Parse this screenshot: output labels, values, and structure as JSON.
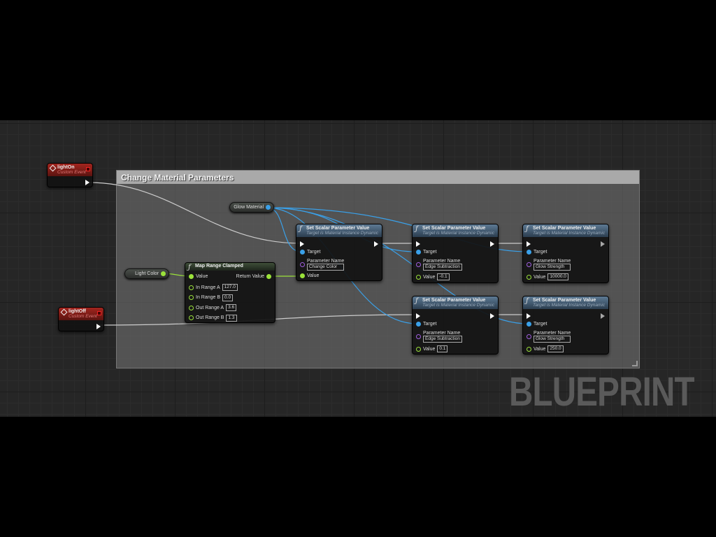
{
  "comment": {
    "title": "Change Material Parameters"
  },
  "watermark": "BLUEPRINT",
  "variables": {
    "glow_material": "Glow Material",
    "light_color": "Light Color"
  },
  "events": [
    {
      "id": "lightOn",
      "title": "lightOn",
      "subtitle": "Custom Event"
    },
    {
      "id": "lightOff",
      "title": "lightOff",
      "subtitle": "Custom Event"
    }
  ],
  "map_range": {
    "title": "Map Range Clamped",
    "value": "Value",
    "return_value": "Return Value",
    "inputs": [
      {
        "label": "In Range A",
        "value": "127.0"
      },
      {
        "label": "In Range B",
        "value": "0.0"
      },
      {
        "label": "Out Range A",
        "value": "3.6"
      },
      {
        "label": "Out Range B",
        "value": "1.3"
      }
    ]
  },
  "set_scalar_nodes": [
    {
      "title": "Set Scalar Parameter Value",
      "subtitle": "Target is Material Instance Dynamic",
      "target": "Target",
      "param_label": "Parameter Name",
      "param": "Change Color",
      "value_label": "Value",
      "value": ""
    },
    {
      "title": "Set Scalar Parameter Value",
      "subtitle": "Target is Material Instance Dynamic",
      "target": "Target",
      "param_label": "Parameter Name",
      "param": "Edge Subtraction",
      "value_label": "Value",
      "value": "-0.1"
    },
    {
      "title": "Set Scalar Parameter Value",
      "subtitle": "Target is Material Instance Dynamic",
      "target": "Target",
      "param_label": "Parameter Name",
      "param": "Glow Strength",
      "value_label": "Value",
      "value": "10000.0"
    },
    {
      "title": "Set Scalar Parameter Value",
      "subtitle": "Target is Material Instance Dynamic",
      "target": "Target",
      "param_label": "Parameter Name",
      "param": "Edge Subtraction",
      "value_label": "Value",
      "value": "0.1"
    },
    {
      "title": "Set Scalar Parameter Value",
      "subtitle": "Target is Material Instance Dynamic",
      "target": "Target",
      "param_label": "Parameter Name",
      "param": "Glow Strength",
      "value_label": "Value",
      "value": "250.0"
    }
  ],
  "colors": {
    "exec": "#ffffff",
    "object": "#3aa0e8",
    "float": "#9be23a",
    "name": "#a060e0",
    "event": "#a3251e"
  }
}
